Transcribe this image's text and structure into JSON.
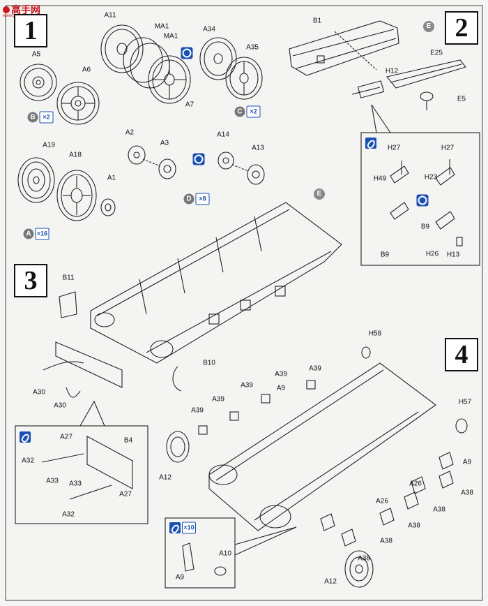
{
  "logo": {
    "text": "高手网",
    "sub": "www.gaoshou.com"
  },
  "steps": [
    "1",
    "2",
    "3",
    "4"
  ],
  "markers": {
    "B": "B",
    "C": "C",
    "D": "D",
    "A": "A",
    "E": "E"
  },
  "quantities": {
    "b": "×2",
    "c": "×2",
    "d": "×8",
    "a": "×16",
    "a10": "×10"
  },
  "labels": {
    "s1": [
      "A5",
      "A6",
      "A11",
      "MA1",
      "MA1",
      "A7",
      "A34",
      "A35",
      "A2",
      "A3",
      "A14",
      "A13",
      "A19",
      "A18",
      "A1"
    ],
    "s2": [
      "B1",
      "E25",
      "H12",
      "E5",
      "H27",
      "H27",
      "H49",
      "H23",
      "B9",
      "B9",
      "H26",
      "H13"
    ],
    "s3": [
      "B11",
      "B10",
      "A30",
      "A30",
      "A27",
      "B4",
      "A32",
      "A33",
      "A33",
      "A27",
      "A32"
    ],
    "s4": [
      "H58",
      "A39",
      "A39",
      "A9",
      "A39",
      "A39",
      "A39",
      "H57",
      "A9",
      "A12",
      "A26",
      "A26",
      "A38",
      "A38",
      "A38",
      "A38",
      "A38",
      "A12",
      "A10",
      "A9"
    ]
  }
}
